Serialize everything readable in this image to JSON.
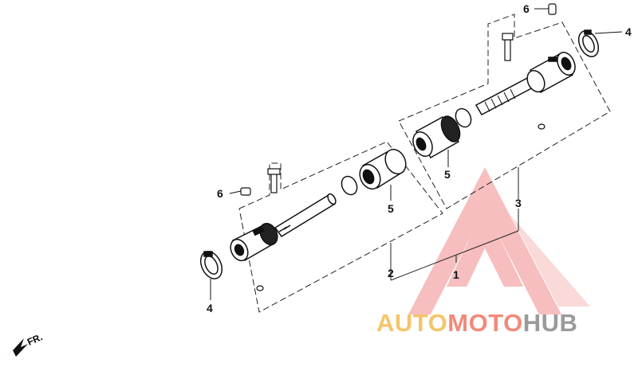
{
  "diagram": {
    "callouts": {
      "c1": "1",
      "c2": "2",
      "c3": "3",
      "c4_left": "4",
      "c4_right": "4",
      "c5_left": "5",
      "c5_right": "5",
      "c6_left": "6",
      "c6_right": "6"
    },
    "direction_label": "FR."
  },
  "watermark": {
    "part_a": "AUTO",
    "part_b": "MOTO",
    "part_c": "HUB",
    "colors": {
      "auto": "#f5c56a",
      "moto": "#f28a7a",
      "hub": "#9a9a9a",
      "triangle": "#f08a8a"
    }
  }
}
